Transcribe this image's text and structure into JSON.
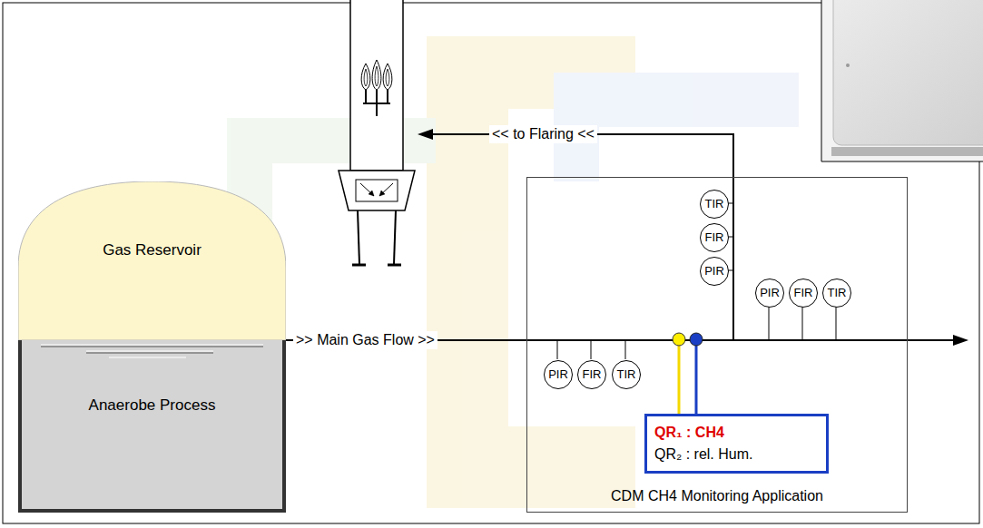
{
  "diagram": {
    "nodes": [
      {
        "text": [
          "Gas Reservoir"
        ]
      },
      {
        "text": [
          "Anaerobe Process"
        ]
      },
      {
        "text": [
          "CDM CH4 Monitoring Application"
        ]
      },
      {
        "text": [
          "TIR"
        ],
        "in": 2
      },
      {
        "text": [
          "FIR"
        ],
        "in": 2
      },
      {
        "text": [
          "PIR"
        ],
        "in": 2
      },
      {
        "text": [
          "PIR"
        ],
        "in": 2
      },
      {
        "text": [
          "FIR"
        ],
        "in": 2
      },
      {
        "text": [
          "TIR"
        ],
        "in": 2
      },
      {
        "text": [
          "PIR"
        ],
        "in": 2
      },
      {
        "text": [
          "FIR"
        ],
        "in": 2
      },
      {
        "text": [
          "TIR"
        ],
        "in": 2
      },
      {
        "text": [
          "QR₁ : CH4",
          "QR₂ : rel. Hum."
        ],
        "in": 2
      }
    ],
    "labels": [
      "<< to Flaring <<",
      ">> Main Gas Flow >>"
    ]
  }
}
